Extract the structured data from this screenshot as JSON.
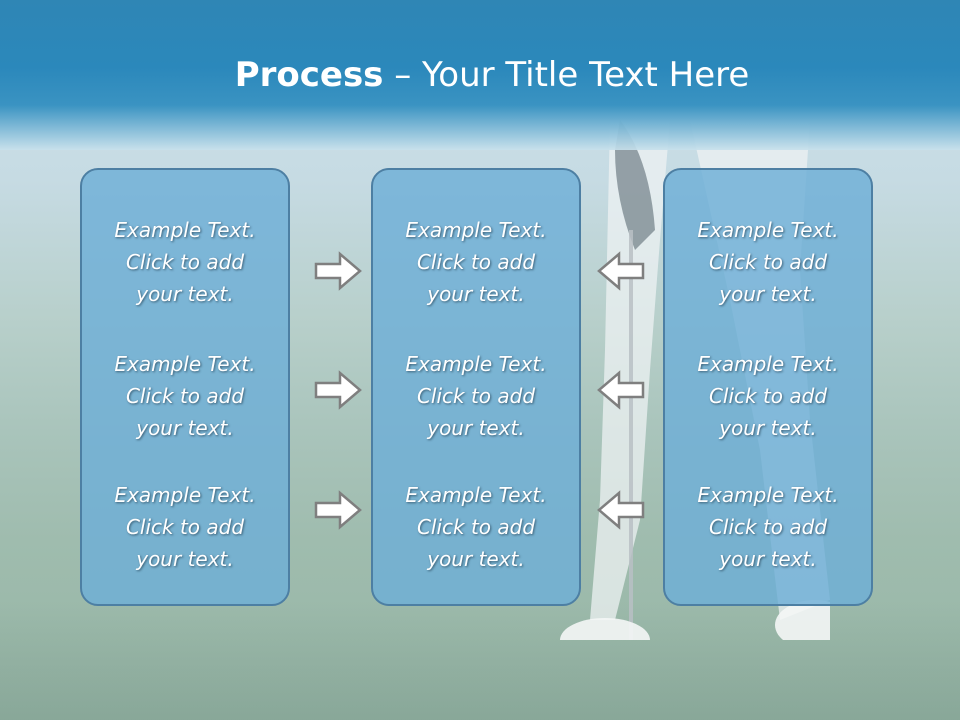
{
  "title": {
    "bold": "Process",
    "rest": " – Your Title Text Here"
  },
  "columns": [
    {
      "items": [
        [
          "Example Text.",
          "Click  to add",
          "your text."
        ],
        [
          "Example Text.",
          "Click  to add",
          "your text."
        ],
        [
          "Example Text.",
          "Click  to add",
          "your text."
        ]
      ]
    },
    {
      "items": [
        [
          "Example Text.",
          "Click  to add",
          "your text."
        ],
        [
          "Example Text.",
          "Click  to add",
          "your text."
        ],
        [
          "Example Text.",
          "Click  to add",
          "your text."
        ]
      ]
    },
    {
      "items": [
        [
          "Example Text.",
          "Click  to add",
          "your text."
        ],
        [
          "Example Text.",
          "Click  to add",
          "your text."
        ],
        [
          "Example Text.",
          "Click  to add",
          "your text."
        ]
      ]
    }
  ],
  "icons": {
    "right_arrow": "right-arrow-icon",
    "left_arrow": "left-arrow-icon"
  },
  "colors": {
    "header": "#2b88bb",
    "box_fill": "#6fafd7",
    "box_border": "#4d7fa3",
    "text": "#ffffff"
  }
}
